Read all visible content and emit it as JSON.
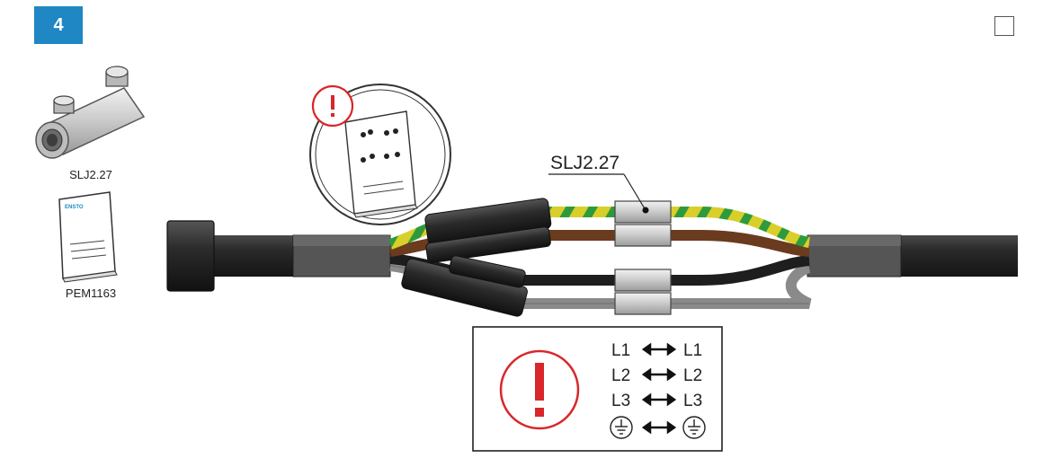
{
  "step": {
    "number": "4"
  },
  "parts": {
    "connector_code": "SLJ2.27",
    "manual_code": "PEM1163",
    "manual_brand": "ENSTO"
  },
  "callout": {
    "label": "SLJ2.27"
  },
  "phase_map": {
    "rows": [
      {
        "left": "L1",
        "right": "L1"
      },
      {
        "left": "L2",
        "right": "L2"
      },
      {
        "left": "L3",
        "right": "L3"
      }
    ],
    "ground_symbol": "earth-ground-icon"
  },
  "colors": {
    "badge": "#1f87c3",
    "warning_red": "#d9262b",
    "wire_yellow": "#d8cf2a",
    "wire_green": "#2f9a3c",
    "wire_brown": "#6a3b1e",
    "wire_black": "#1e1e1e",
    "wire_grey": "#8a8a8a",
    "cable_black": "#2a2a2a"
  }
}
